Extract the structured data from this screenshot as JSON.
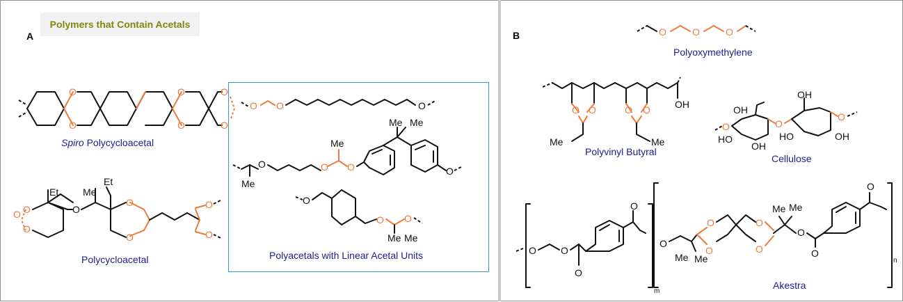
{
  "panel_a": {
    "letter": "A",
    "title": "Polymers that Contain Acetals",
    "captions": {
      "spiro_prefix": "Spiro",
      "spiro_rest": " Polycycloacetal",
      "polycycloacetal": "Polycycloacetal",
      "linear": "Polyacetals with Linear Acetal Units"
    }
  },
  "panel_b": {
    "letter": "B",
    "captions": {
      "polyoxymethylene": "Polyoxymethylene",
      "polyvinyl_butyral": "Polyvinyl Butyral",
      "cellulose": "Cellulose",
      "akestra": "Akestra"
    }
  },
  "atom_labels": {
    "oxygen": "O",
    "ethyl": "Et",
    "methyl": "Me",
    "hydroxyl": "OH",
    "hydroxyl_left": "HO",
    "subscript_m": "m",
    "subscript_n": "n"
  },
  "colors": {
    "acetal_highlight": "#ee7a3a",
    "caption_text": "#1c1c8f",
    "title_text": "#84860e",
    "linear_box_border": "#3399d6"
  }
}
